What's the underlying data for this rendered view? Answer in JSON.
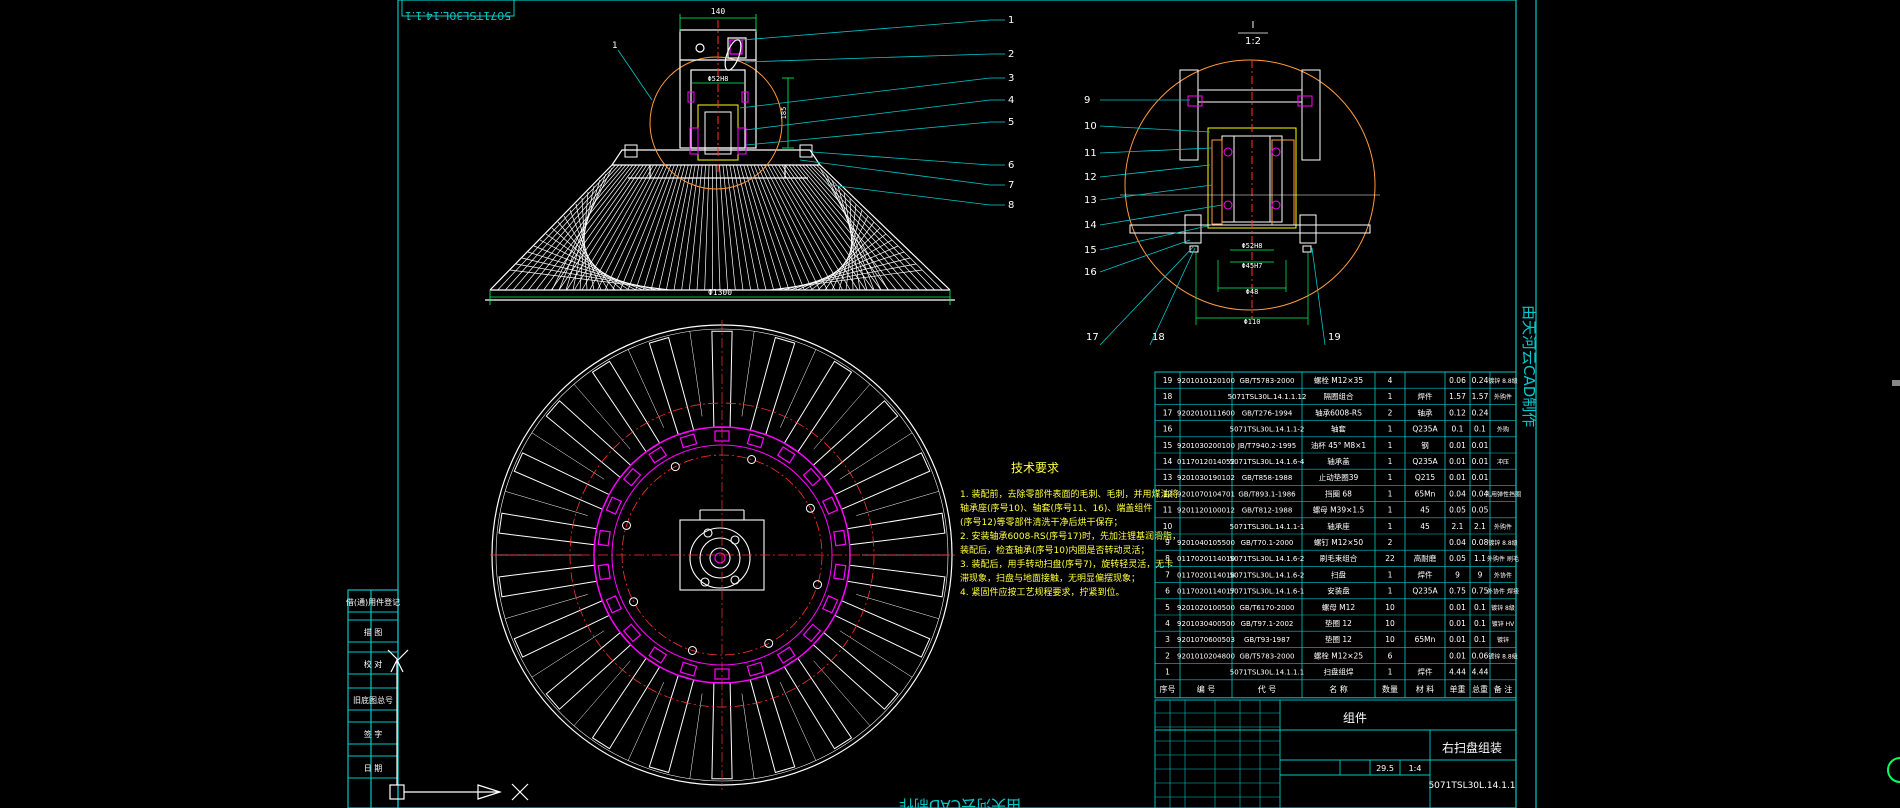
{
  "title_block": {
    "top_stamp": "5071TSL30L.14.1.1",
    "watermark_vertical": "由天河云CAD制作",
    "watermark_bottom": "由天河云CAD制作",
    "assembly_label": "组件",
    "drawing_name": "右扫盘组装",
    "drawing_no": "5071TSL30L.14.1.1",
    "weight_value": "29.5",
    "scale_value": "1:4"
  },
  "section_view": {
    "label": "I",
    "scale": "1:2"
  },
  "left_frame": {
    "boxes": [
      "借(通)用件登记",
      "描 图",
      "校 对",
      "旧底图总号",
      "签 字",
      "日 期"
    ]
  },
  "leaders_top": [
    "1",
    "2",
    "3",
    "4",
    "5",
    "6",
    "7",
    "8"
  ],
  "leader_top_left": "1",
  "leaders_section": [
    "9",
    "10",
    "11",
    "12",
    "13",
    "14",
    "15",
    "16",
    "17",
    "18",
    "19"
  ],
  "dims_top": [
    "140",
    "Φ52H8",
    "Φ1300",
    "185"
  ],
  "dims_section": [
    "Φ52H8",
    "Φ45H7",
    "Φ48",
    "Φ110"
  ],
  "tech_req": {
    "title": "技术要求",
    "lines": [
      "1. 装配前，去除零部件表面的毛刺、毛刺，并用煤油将",
      "   轴承座(序号10)、轴套(序号11、16)、端盖组件",
      "   (序号12)等零部件清洗干净后烘干保存；",
      "2. 安装轴承6008-RS(序号17)时，先加注锂基润滑脂，",
      "   装配后，检查轴承(序号10)内圈是否转动灵活；",
      "3. 装配后，用手转动扫盘(序号7)，旋转轻灵活，无卡",
      "   滞现象，扫盘与地面接触，无明显偏摆现象；",
      "4. 紧固件应按工艺规程要求，拧紧到位。"
    ]
  },
  "bom": {
    "header": [
      "序号",
      "编 号",
      "代 号",
      "名 称",
      "数量",
      "材 料",
      "单重",
      "总重",
      "备 注"
    ],
    "rows": [
      [
        "19",
        "9201010120100",
        "GB/T5783-2000",
        "螺栓 M12×35",
        "4",
        "",
        "0.06",
        "0.24",
        "镀锌 8.8级"
      ],
      [
        "18",
        "",
        "5071TSL30L.14.1.1.12",
        "隔圈组合",
        "1",
        "焊件",
        "1.57",
        "1.57",
        "外购件"
      ],
      [
        "17",
        "9202010111600",
        "GB/T276-1994",
        "轴承6008-RS",
        "2",
        "轴承",
        "0.12",
        "0.24",
        ""
      ],
      [
        "16",
        "",
        "5071TSL30L.14.1.1-2",
        "轴套",
        "1",
        "Q235A",
        "0.1",
        "0.1",
        "外购"
      ],
      [
        "15",
        "9201030200100",
        "JB/T7940.2-1995",
        "油杯 45° M8×1",
        "1",
        "钢",
        "0.01",
        "0.01",
        ""
      ],
      [
        "14",
        "0117012014052",
        "5071TSL30L.14.1.6-4",
        "轴承盖",
        "1",
        "Q235A",
        "0.01",
        "0.01",
        "冲压"
      ],
      [
        "13",
        "9201030190102",
        "GB/T858-1988",
        "止动垫圈39",
        "1",
        "Q215",
        "0.01",
        "0.01",
        ""
      ],
      [
        "12",
        "9201070104701",
        "GB/T893.1-1986",
        "挡圈 68",
        "1",
        "65Mn",
        "0.04",
        "0.04",
        "孔用弹性挡圈"
      ],
      [
        "11",
        "9201120100012",
        "GB/T812-1988",
        "螺母 M39×1.5",
        "1",
        "45",
        "0.05",
        "0.05",
        ""
      ],
      [
        "10",
        "",
        "5071TSL30L.14.1.1-1",
        "轴承座",
        "1",
        "45",
        "2.1",
        "2.1",
        "外购件"
      ],
      [
        "9",
        "9201040105500",
        "GB/T70.1-2000",
        "螺钉 M12×50",
        "2",
        "",
        "0.04",
        "0.08",
        "镀锌 8.8级"
      ],
      [
        "8",
        "0117020114010",
        "5071TSL30L.14.1.6-2",
        "刷毛束组合",
        "22",
        "高耐磨",
        "0.05",
        "1.1",
        "外购件 刷毛"
      ],
      [
        "7",
        "0117020114018",
        "5071TSL30L.14.1.6-2",
        "扫盘",
        "1",
        "焊件",
        "9",
        "9",
        "外协件"
      ],
      [
        "6",
        "0117020114017",
        "5071TSL30L.14.1.6-1",
        "安装盘",
        "1",
        "Q235A",
        "0.75",
        "0.75",
        "外协件 焊接"
      ],
      [
        "5",
        "9201020100500",
        "GB/T6170-2000",
        "螺母 M12",
        "10",
        "",
        "0.01",
        "0.1",
        "镀锌 8级"
      ],
      [
        "4",
        "9201030400500",
        "GB/T97.1-2002",
        "垫圈 12",
        "10",
        "",
        "0.01",
        "0.1",
        "镀锌 HV"
      ],
      [
        "3",
        "9201070600503",
        "GB/T93-1987",
        "垫圈 12",
        "10",
        "65Mn",
        "0.01",
        "0.1",
        "镀锌"
      ],
      [
        "2",
        "9201010204800",
        "GB/T5783-2000",
        "螺栓 M12×25",
        "6",
        "",
        "0.01",
        "0.06",
        "镀锌 8.8级"
      ],
      [
        "1",
        "",
        "5071TSL30L.14.1.1.1",
        "扫盘组焊",
        "1",
        "焊件",
        "4.44",
        "4.44",
        ""
      ]
    ]
  },
  "colors": {
    "frame": "#00c8c8",
    "line": "#ffffff",
    "center": "#ff3030",
    "magenta": "#ff00ff",
    "yellow": "#ffff00",
    "orange": "#ff9a3c",
    "green": "#00ff60",
    "text_yellow": "#ffff40"
  }
}
